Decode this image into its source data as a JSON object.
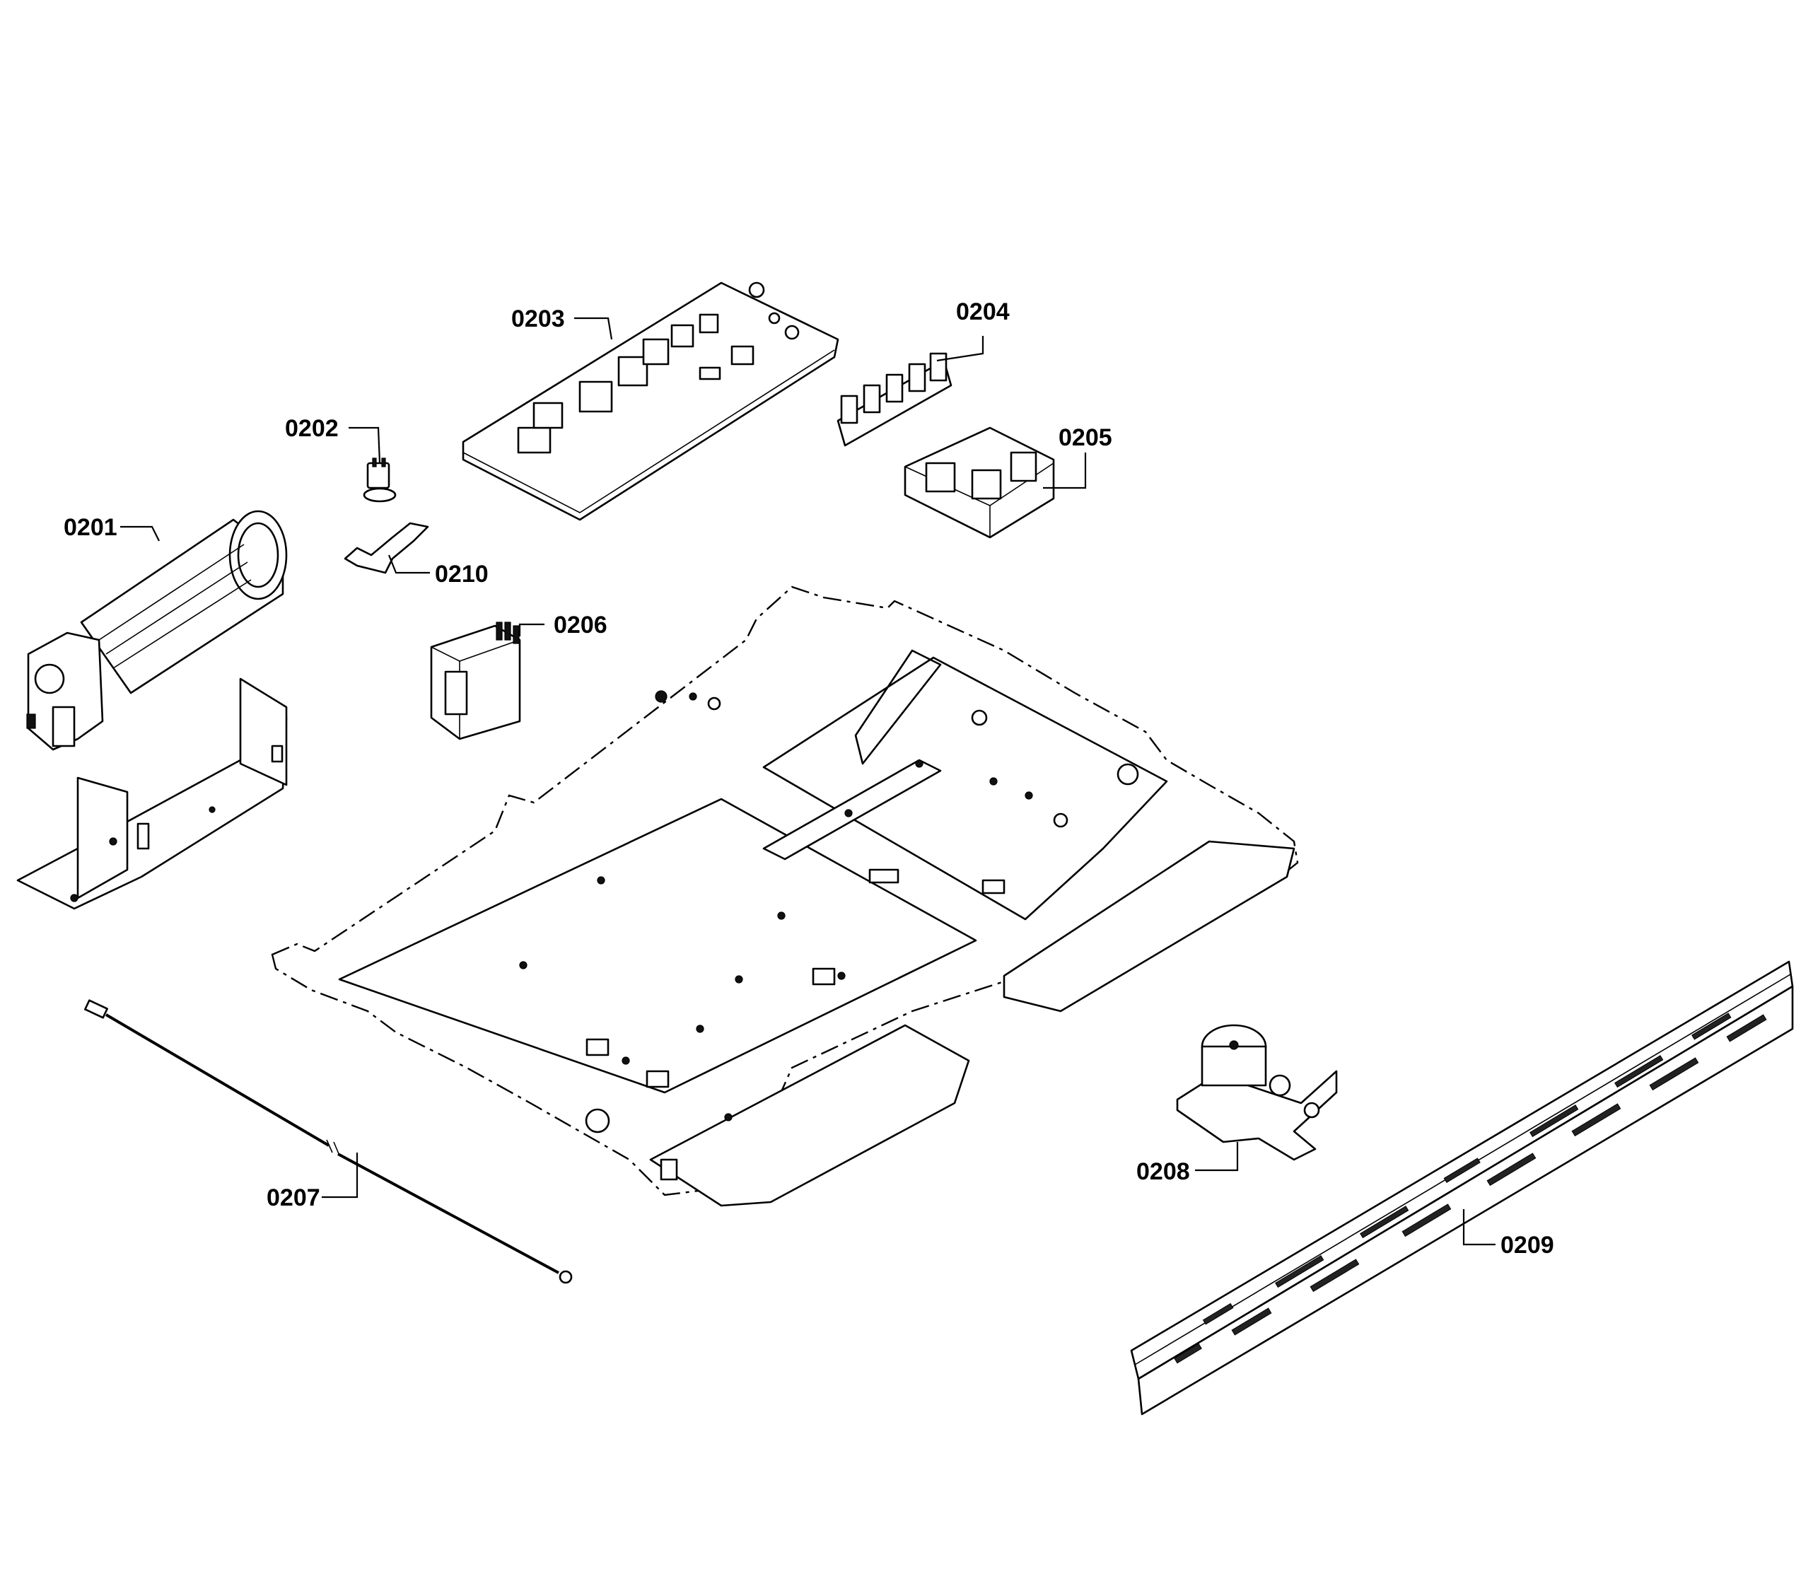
{
  "parts": [
    {
      "id": "0201"
    },
    {
      "id": "0202"
    },
    {
      "id": "0203"
    },
    {
      "id": "0204"
    },
    {
      "id": "0205"
    },
    {
      "id": "0206"
    },
    {
      "id": "0207"
    },
    {
      "id": "0208"
    },
    {
      "id": "0209"
    },
    {
      "id": "0210"
    }
  ]
}
